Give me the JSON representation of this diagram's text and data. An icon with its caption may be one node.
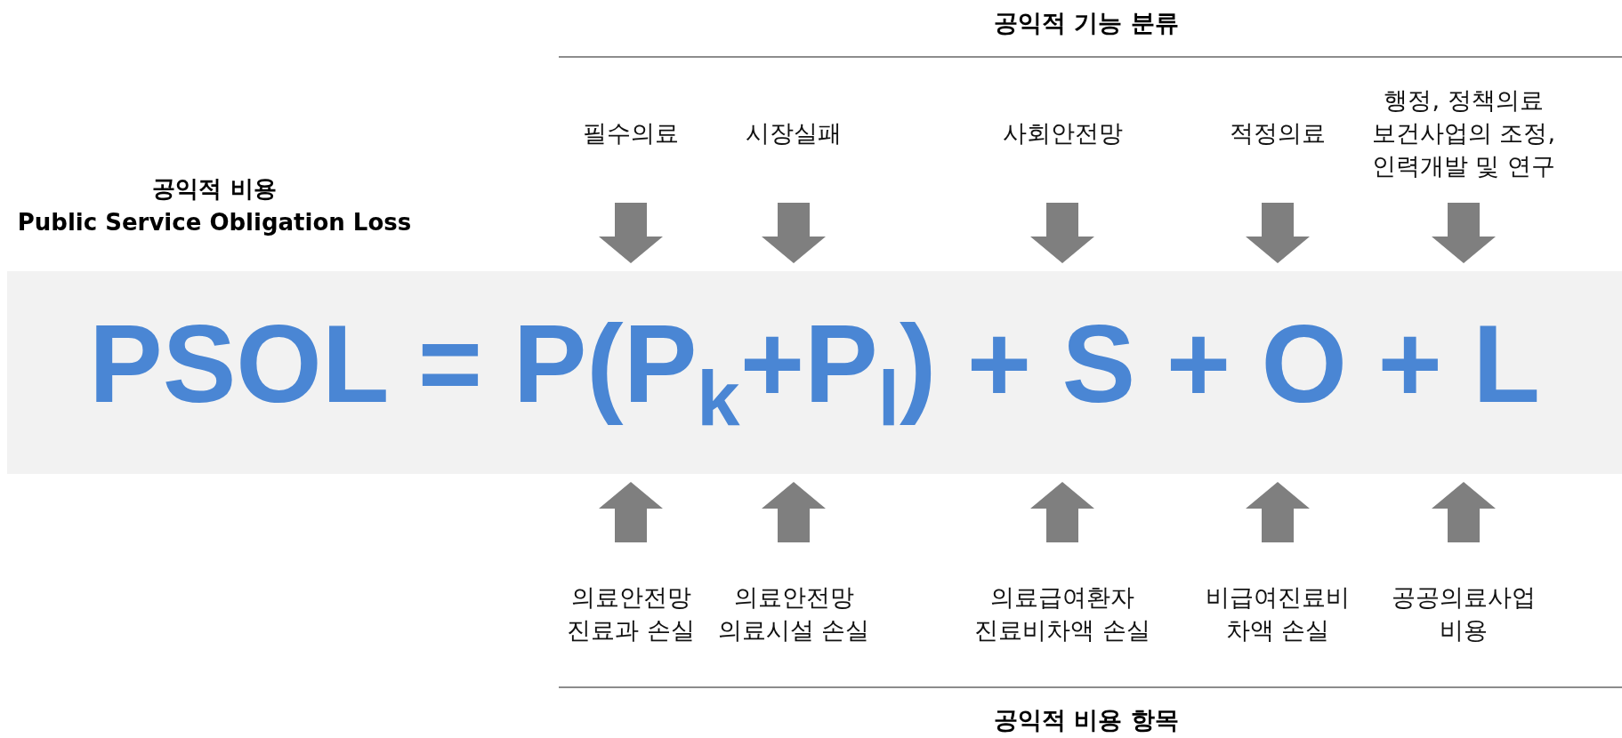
{
  "diagram": {
    "nodes": [
      {
        "text": [
          "PSOL = P(P$_{k}$+P$_{l}$) + S + O + L"
        ]
      },
      {
        "text": [
          "필수의료"
        ]
      },
      {
        "text": [
          "시장실패"
        ]
      },
      {
        "text": [
          "사회안전망"
        ]
      },
      {
        "text": [
          "적정의료"
        ]
      },
      {
        "text": [
          "행정, 정책의료 보건사업의 조정, 인력개발 및 연구"
        ]
      },
      {
        "text": [
          "의료안전망 진료과 손실"
        ]
      },
      {
        "text": [
          "의료안전망 의료시설 손실"
        ]
      },
      {
        "text": [
          "의료급여환자 진료비차액 손실"
        ]
      },
      {
        "text": [
          "비급여진료비 차액 손실"
        ]
      },
      {
        "text": [
          "공공의료사업 비용"
        ]
      }
    ],
    "edges": [
      {
        "from": 1,
        "to": 0,
        "arrow": "to",
        "style": "thick"
      },
      {
        "from": 2,
        "to": 0,
        "arrow": "to",
        "style": "thick"
      },
      {
        "from": 3,
        "to": 0,
        "arrow": "to",
        "style": "thick"
      },
      {
        "from": 4,
        "to": 0,
        "arrow": "to",
        "style": "thick"
      },
      {
        "from": 5,
        "to": 0,
        "arrow": "to",
        "style": "thick"
      },
      {
        "from": 6,
        "to": 0,
        "arrow": "to",
        "style": "thick"
      },
      {
        "from": 7,
        "to": 0,
        "arrow": "to",
        "style": "thick"
      },
      {
        "from": 8,
        "to": 0,
        "arrow": "to",
        "style": "thick"
      },
      {
        "from": 9,
        "to": 0,
        "arrow": "to",
        "style": "thick"
      },
      {
        "from": 10,
        "to": 0,
        "arrow": "to",
        "style": "thick"
      }
    ],
    "labels": [
      "공익적 기능 분류",
      "공익적 비용",
      "Public Service Obligation Loss",
      "공익적 비용 항목"
    ]
  }
}
